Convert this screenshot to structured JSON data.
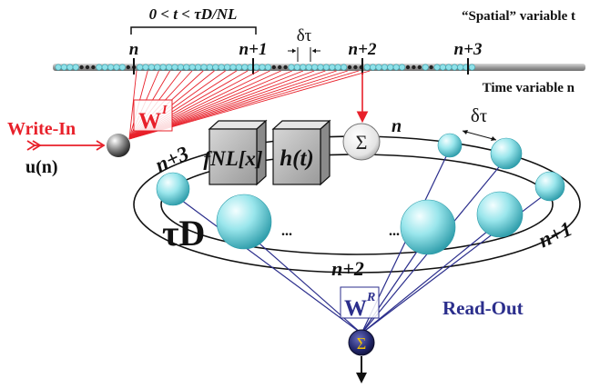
{
  "colors": {
    "red": "#e8202a",
    "blue": "#2b2e8c",
    "black": "#111111",
    "cyan_light": "#e9fbfc",
    "cyan_mid": "#7fdce4",
    "cyan_dark": "#2a9aa8",
    "bar": "#9c9c9c"
  },
  "icons": {
    "input_node": "gray-sphere-icon",
    "sum_node": "sigma-sphere-icon",
    "output_node": "sigma-sphere-icon",
    "input_arrow": "double-arrow-icon",
    "output_arrow": "down-arrow-icon"
  },
  "timeline": {
    "range_label": "0 < t < τD/NL",
    "spatial_label": "“Spatial” variable t",
    "time_label": "Time variable n",
    "delta_label": "δτ",
    "ticks": [
      "n",
      "n+1",
      "n+2",
      "n+3"
    ]
  },
  "write_in": {
    "label": "Write-In",
    "signal": "u(n)",
    "matrix": "W",
    "matrix_sup": "I"
  },
  "read_out": {
    "label": "Read-Out",
    "matrix": "W",
    "matrix_sup": "R"
  },
  "blocks": {
    "nonlinear": "fNL[x]",
    "filter": "h(t)",
    "sum": "Σ"
  },
  "ring": {
    "labels": [
      "n",
      "n+1",
      "n+2",
      "n+3"
    ],
    "delay_label": "τD",
    "delta_label": "δτ",
    "ellipsis": "..."
  },
  "output": {
    "sum": "Σ"
  }
}
